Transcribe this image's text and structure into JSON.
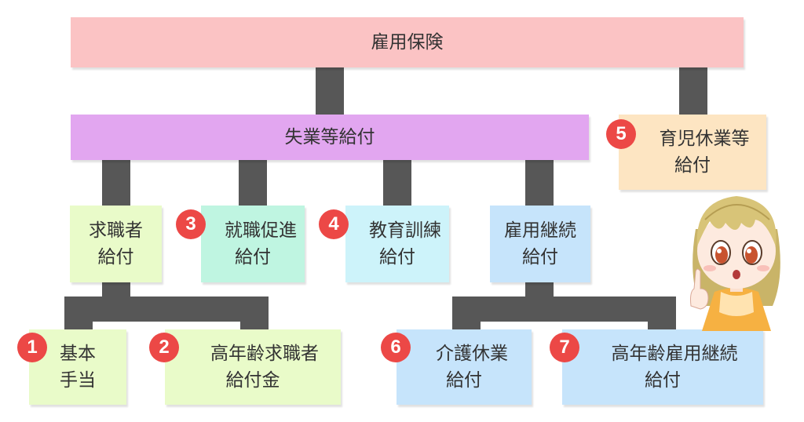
{
  "nodes": {
    "root": "雇用保険",
    "unemployment": "失業等給付",
    "childcare": {
      "badge": "5",
      "line1": "育児休業等",
      "line2": "給付"
    },
    "jobseeker": {
      "line1": "求職者",
      "line2": "給付"
    },
    "reemployment": {
      "badge": "3",
      "line1": "就職促進",
      "line2": "給付"
    },
    "education": {
      "badge": "4",
      "line1": "教育訓練",
      "line2": "給付"
    },
    "continuation": {
      "line1": "雇用継続",
      "line2": "給付"
    },
    "basic": {
      "badge": "1",
      "line1": "基本",
      "line2": "手当"
    },
    "senior_jobseeker": {
      "badge": "2",
      "line1": "高年齢求職者",
      "line2": "給付金"
    },
    "care_leave": {
      "badge": "6",
      "line1": "介護休業",
      "line2": "給付"
    },
    "senior_continuation": {
      "badge": "7",
      "line1": "高年齢雇用継続",
      "line2": "給付"
    }
  },
  "colors": {
    "root": "#fbc3c4",
    "unemployment": "#e2a6f0",
    "childcare": "#fde5c2",
    "jobseeker": "#e9fbc9",
    "reemployment": "#bff5e1",
    "education": "#cdf3fa",
    "continuation": "#c6e4fb",
    "connector": "#575757",
    "badge": "#ec4846"
  },
  "illustration": "pointing-girl-character"
}
